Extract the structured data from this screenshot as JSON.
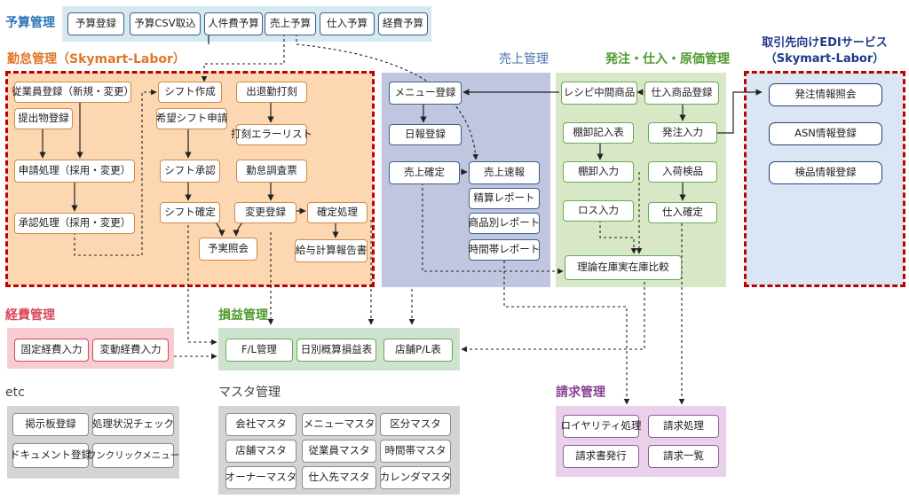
{
  "colors": {
    "budget_bg": "#d5e9f3",
    "attendance_bg": "#fcd7b2",
    "sales_bg": "#c0c6e0",
    "order_bg": "#d8e8c6",
    "edi_bg": "#dbe6f5",
    "expense_bg": "#f7cdd2",
    "profit_bg": "#cde3cd",
    "etc_bg": "#d4d4d4",
    "master_bg": "#d4d4d4",
    "billing_bg": "#ead0ea",
    "red_dash": "#c00000"
  },
  "sections": {
    "budget": "予算管理",
    "attendance": "勤怠管理（Skymart-Labor）",
    "sales": "売上管理",
    "order": "発注・仕入・原価管理",
    "edi_line1": "取引先向けEDIサービス",
    "edi_line2": "（Skymart-Labor）",
    "expense": "経費管理",
    "profit": "損益管理",
    "etc": "etc",
    "master": "マスタ管理",
    "billing": "請求管理"
  },
  "budget": [
    "予算登録",
    "予算CSV取込",
    "人件費予算",
    "売上予算",
    "仕入予算",
    "経費予算"
  ],
  "attendance": {
    "employee_reg": "従業員登録（新規・変更）",
    "doc_submit": "提出物登録",
    "apply": "申請処理（採用・変更）",
    "approve": "承認処理（採用・変更）",
    "shift_create": "シフト作成",
    "shift_request": "希望シフト申請",
    "shift_approve": "シフト承認",
    "shift_confirm": "シフト確定",
    "clock": "出退勤打刻",
    "clock_error": "打刻エラーリスト",
    "survey": "勤怠調査票",
    "change_reg": "変更登録",
    "confirm_proc": "確定処理",
    "plan_actual": "予実照会",
    "payroll": "給与計算報告書"
  },
  "sales": {
    "menu_reg": "メニュー登録",
    "daily_reg": "日報登録",
    "sales_confirm": "売上確定",
    "flash": "売上速報",
    "settle": "精算レポート",
    "product": "商品別レポート",
    "hourly": "時間帯レポート"
  },
  "order": {
    "recipe": "レシピ中間商品",
    "item_reg": "仕入商品登録",
    "stocktake": "棚卸記入表",
    "order_input": "発注入力",
    "stock_input": "棚卸入力",
    "receiving": "入荷検品",
    "loss": "ロス入力",
    "purchase_confirm": "仕入確定",
    "theory_actual": "理論在庫実在庫比較"
  },
  "edi": [
    "発注情報照会",
    "ASN情報登録",
    "検品情報登録"
  ],
  "expense": [
    "固定経費入力",
    "変動経費入力"
  ],
  "profit": [
    "F/L管理",
    "日別概算損益表",
    "店舗P/L表"
  ],
  "etc": [
    "掲示板登録",
    "処理状況チェック",
    "ドキュメント登録",
    "ワンクリックメニュー"
  ],
  "master": [
    "会社マスタ",
    "メニューマスタ",
    "区分マスタ",
    "店舗マスタ",
    "従業員マスタ",
    "時間帯マスタ",
    "オーナーマスタ",
    "仕入先マスタ",
    "カレンダマスタ"
  ],
  "billing": [
    "ロイヤリティ処理",
    "請求処理",
    "請求書発行",
    "請求一覧"
  ]
}
